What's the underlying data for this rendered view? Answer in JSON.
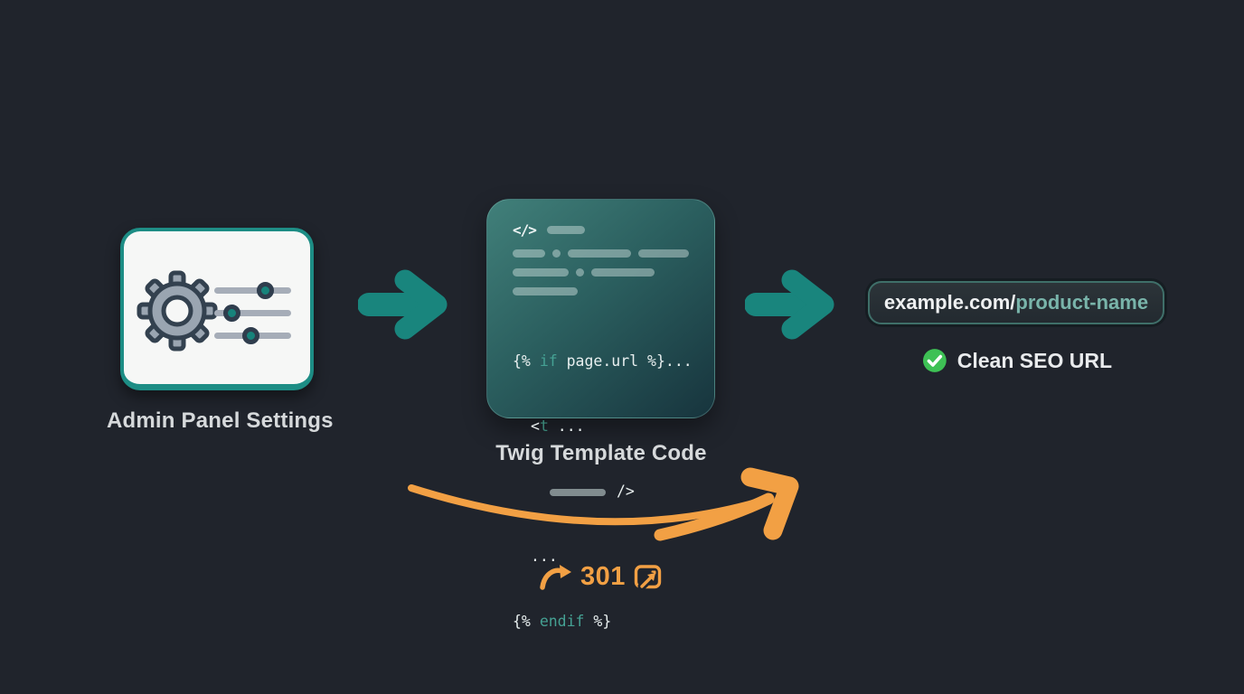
{
  "admin_card": {
    "label": "Admin Panel Settings"
  },
  "code_card": {
    "label": "Twig Template Code",
    "header_symbol": "</>",
    "lines": {
      "l1": {
        "a": "{% ",
        "b": "if",
        "c": " page.url %}..."
      },
      "l2": {
        "a": "<",
        "b": "t",
        "c": " ..."
      },
      "l3": {
        "a": "/>"
      },
      "l4": {
        "a": "..."
      },
      "l5": {
        "a": "{% ",
        "b": "endif",
        "c": " %}"
      }
    }
  },
  "url_card": {
    "host": "example.com/",
    "slug": "product-name"
  },
  "seo_caption": {
    "label": "Clean SEO URL"
  },
  "redirect": {
    "code": "301"
  },
  "colors": {
    "background": "#20242c",
    "teal_accent": "#19857d",
    "orange_accent": "#f2a044",
    "green_check": "#3ec155",
    "slug_teal": "#79b4aa",
    "keyword_teal": "#45a193"
  }
}
